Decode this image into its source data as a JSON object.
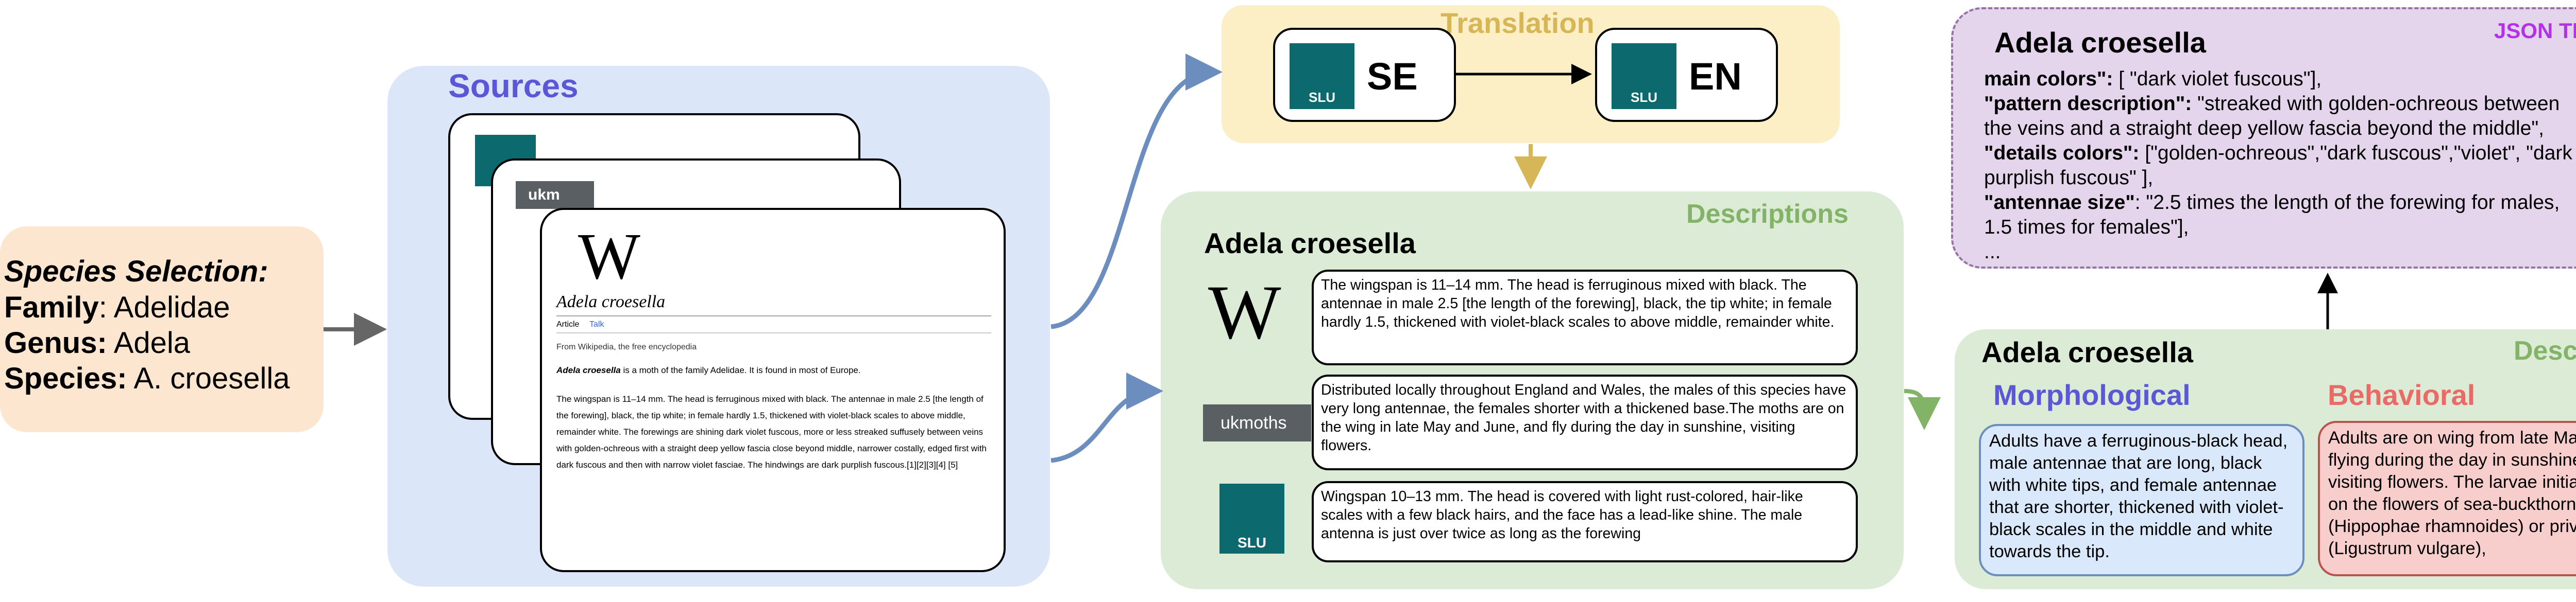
{
  "species_selection": {
    "heading": "Species Selection:",
    "family_label": "Family",
    "family_value": ": Adelidae",
    "genus_label": "Genus:",
    "genus_value": " Adela",
    "species_label": "Species:",
    "species_value": " A. croesella"
  },
  "sources": {
    "title": "Sources",
    "wiki_card": {
      "logo": "W",
      "title": "Adela croesella",
      "tab_article": "Article",
      "tab_talk": "Talk",
      "from_line": "From Wikipedia, the free encyclopedia",
      "intro_bold": "Adela croesella",
      "intro_rest": " is a moth of the family Adelidae. It is found in most of Europe.",
      "body": "The wingspan is 11–14 mm. The head is ferruginous mixed with black. The antennae in male 2.5 [the length of the forewing], black, the tip white; in female hardly 1.5, thickened with violet-black scales to above middle, remainder white. The forewings are shining dark violet fuscous, more or less streaked suffusely between veins with golden-ochreous with a straight deep yellow fascia close beyond middle, narrower costally, edged first with dark fuscous and then with narrow violet fasciae. The hindwings are dark purplish fuscous.[1][2][3][4] [5]"
    },
    "ukmoths_badge": "ukm"
  },
  "translation": {
    "title": "Translation",
    "from_lang": "SE",
    "to_lang": "EN",
    "slu_label": "SLU"
  },
  "descriptions_mid": {
    "title": "Descriptions",
    "species": "Adela croesella",
    "items": [
      {
        "source": "wikipedia-logo",
        "text": "The wingspan is 11–14 mm. The head is ferruginous mixed with black. The antennae in male 2.5 [the length of the forewing], black, the tip white; in female hardly 1.5, thickened with violet-black scales to above middle, remainder white."
      },
      {
        "source": "ukmoths-logo",
        "text": "Distributed locally throughout England and Wales, the males of this species have very long antennae, the females shorter with a thickened base.The moths are on the wing in late May and June, and fly during the day in sunshine, visiting flowers."
      },
      {
        "source": "slu-logo",
        "text": "Wingspan 10–13 mm. The head is covered with light rust-colored, hair-like scales with a few black hairs, and the face has a lead-like shine. The male antenna is just over twice as long as the forewing"
      }
    ],
    "ukmoths_label": "ukmoths",
    "wiki_logo": "W",
    "slu_label": "SLU"
  },
  "json_traits": {
    "badge": "JSON TRAITS",
    "species": "Adela croesella",
    "lines": [
      {
        "key": "main colors\":",
        "value": " [ \"dark violet fuscous\"],"
      },
      {
        "key": "\"pattern description\":",
        "value": " \"streaked with golden-ochreous between"
      },
      {
        "key": "",
        "value": "the veins and a straight deep yellow fascia beyond the middle\","
      },
      {
        "key": " \"details colors\":",
        "value": " [\"golden-ochreous\",\"dark fuscous\",\"violet\", \"dark"
      },
      {
        "key": "",
        "value": "purplish fuscous\" ],"
      },
      {
        "key": " \"antennae size\"",
        "value": ": \"2.5 times the length of the forewing for males,"
      },
      {
        "key": "",
        "value": "1.5 times for females\"],"
      },
      {
        "key": "",
        "value": "..."
      }
    ]
  },
  "descriptions_right": {
    "title": "Descriptions",
    "species": "Adela croesella",
    "morph_title": "Morphological",
    "morph_text": "Adults have a ferruginous-black head, male antennae that are long, black with white tips, and female antennae that are shorter, thickened with violet-black scales in the middle and white towards the tip.",
    "behav_title": "Behavioral",
    "behav_text": "Adults are on wing from late May to June, flying during the day in sunshine and visiting flowers. The larvae initially feed on the flowers of sea-buckthorn (Hippophae rhamnoides) or privet (Ligustrum vulgare),"
  },
  "colors": {
    "sources_bg": "#dbe7f8",
    "species_bg": "#fde6cf",
    "translation_bg": "#fcefc6",
    "descriptions_bg": "#dcebd6",
    "json_bg": "#e4d5ec",
    "morph_bg": "#dae8fc",
    "behav_bg": "#f8cecc",
    "arrow_blue": "#6c8ebf",
    "arrow_gold": "#d6b656",
    "arrow_green": "#82b366"
  }
}
